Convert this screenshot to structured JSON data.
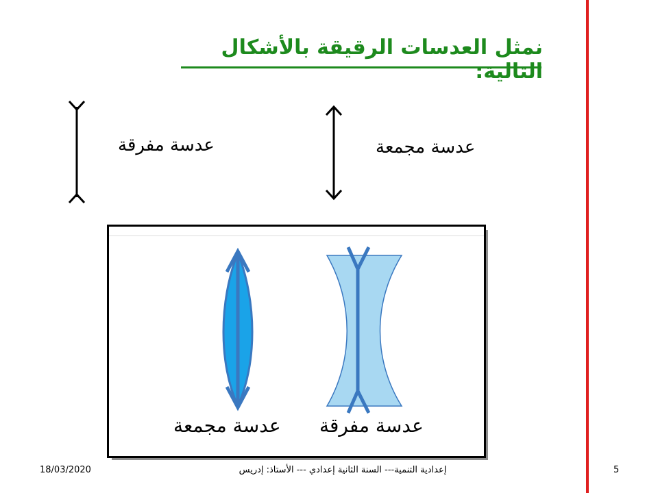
{
  "slide": {
    "title": "نمثل العدسات الرقيقة بالأشكال التالية:",
    "top_labels": {
      "diverging": "عدسة مفرقة",
      "converging": "عدسة مجمعة"
    },
    "image_labels": {
      "converging": "عدسة مجمعة",
      "diverging": "عدسة مفرقة"
    },
    "colors": {
      "title": "#1d8a1d",
      "accent_line": "#e02020",
      "converging_lens_fill": "#1aa3e8",
      "diverging_lens_fill": "#a8d8f2",
      "lens_axis": "#3a78c0"
    }
  },
  "footer": {
    "date": "18/03/2020",
    "center_text": "إعدادية التنمية--- السنة الثانية إعدادي --- الأستاذ: إدريس",
    "page_number": "5"
  }
}
